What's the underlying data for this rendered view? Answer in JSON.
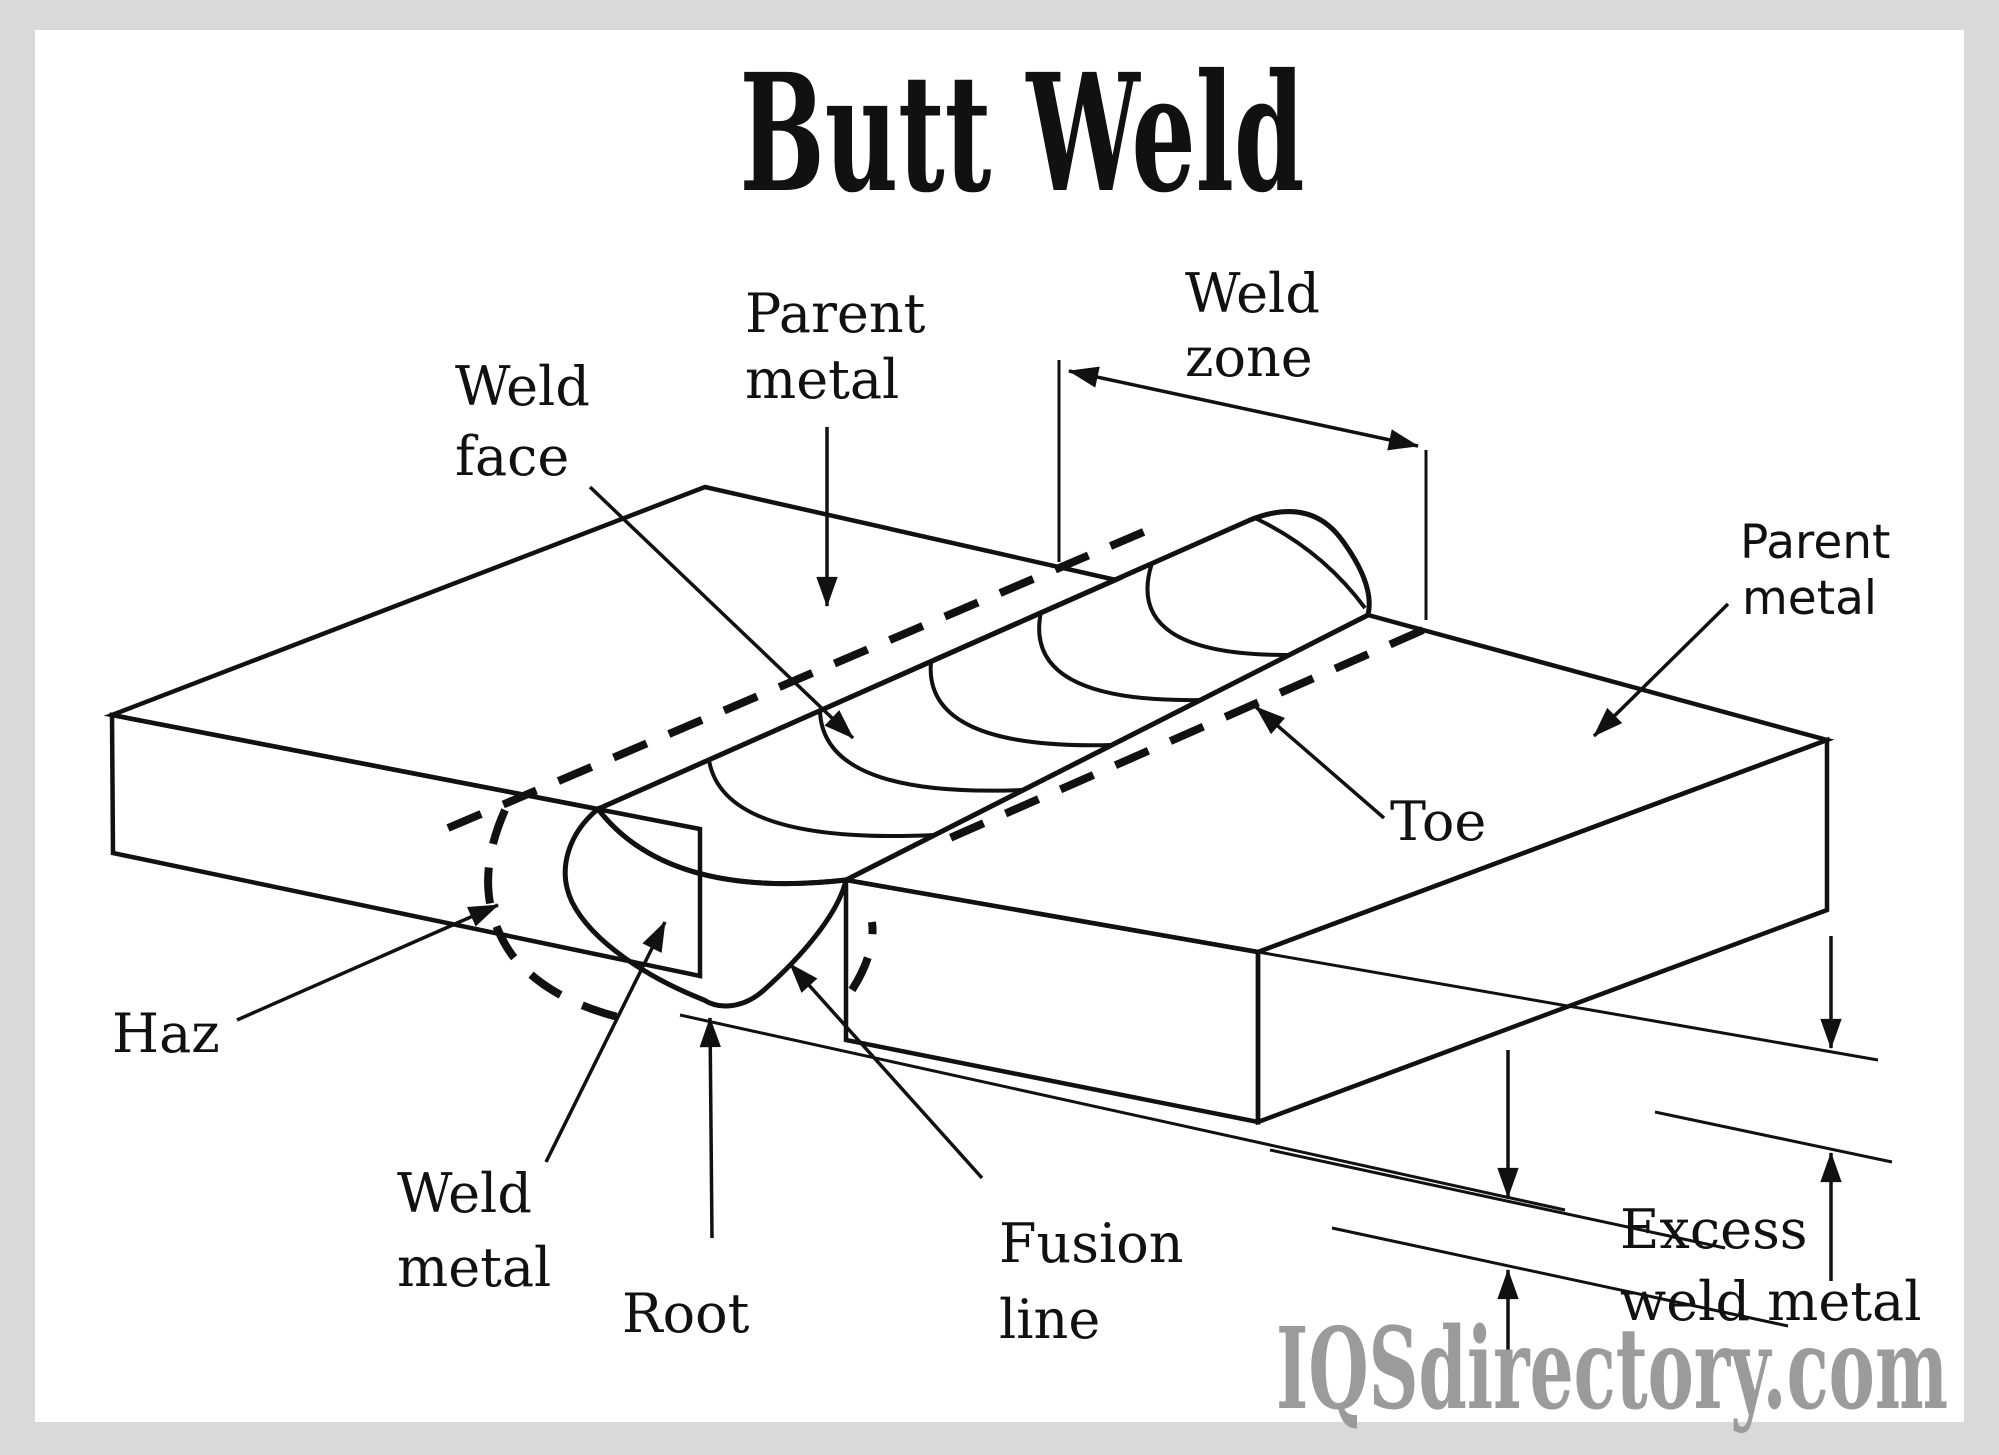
{
  "title": "Butt Weld",
  "watermark": "IQSdirectory.com",
  "diagram": {
    "type": "technical-illustration",
    "subject": "butt weld joint between two metal plates with weld bead, HAZ boundary and dimension callouts"
  },
  "labels": {
    "weld_face": {
      "line1": "Weld",
      "line2": "face"
    },
    "parent_metal_top": {
      "line1": "Parent",
      "line2": "metal"
    },
    "weld_zone": {
      "line1": "Weld",
      "line2": "zone"
    },
    "parent_metal_right": {
      "line1": "Parent",
      "line2": "metal"
    },
    "toe": {
      "text": "Toe"
    },
    "haz": {
      "text": "Haz"
    },
    "weld_metal": {
      "line1": "Weld",
      "line2": "metal"
    },
    "root": {
      "text": "Root"
    },
    "fusion_line": {
      "line1": "Fusion",
      "line2": "line"
    },
    "excess_weld_metal": {
      "line1": "Excess",
      "line2": "weld metal"
    }
  },
  "colors": {
    "weld_bead_orange": "#F6861E",
    "plate_light": "#E9EBF4",
    "plate_mid": "#BCC1D1",
    "plate_dark": "#868C9E",
    "outline_black": "#111111",
    "frame_gray": "#D9D9D9",
    "canvas_white": "#FFFFFF",
    "watermark_gray": "#9B9B9B"
  }
}
